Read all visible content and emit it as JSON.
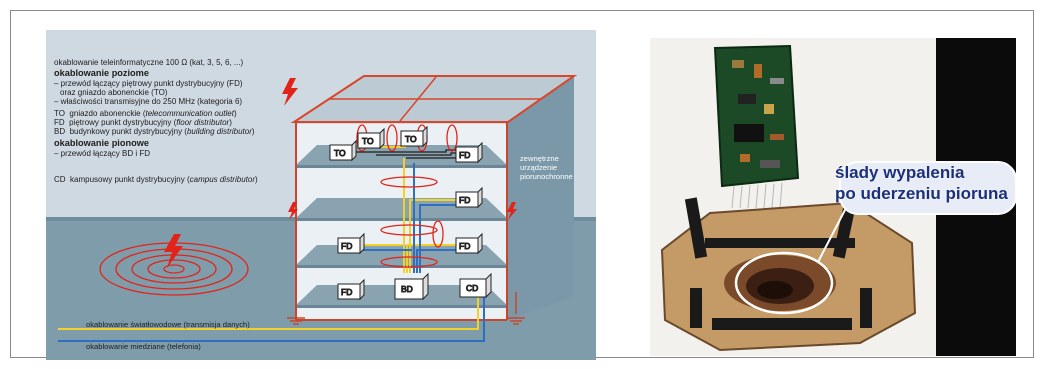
{
  "diagram": {
    "intro": "okablowanie teleinformatyczne 100 Ω (kat, 3, 5, 6, ...)",
    "horizontal": {
      "title": "okablowanie poziome",
      "lines": [
        "– przewód łączący piętrowy punkt dystrybucyjny (FD)",
        "oraz gniazdo abonenckie (TO)",
        "– właściwości transmisyjne do 250 MHz (kategoria 6)"
      ]
    },
    "definitions": [
      {
        "abbr": "TO",
        "text": "gniazdo abonenckie (",
        "en": "telecommunication outlet",
        "end": ")"
      },
      {
        "abbr": "FD",
        "text": "piętrowy punkt dystrybucyjny (",
        "en": "floor distributor",
        "end": ")"
      },
      {
        "abbr": "BD",
        "text": "budynkowy punkt dystrybucyjny (",
        "en": "building distributor",
        "end": ")"
      }
    ],
    "vertical": {
      "title": "okablowanie pionowe",
      "lines": [
        "– przewód łączący BD i FD"
      ]
    },
    "campus": {
      "abbr": "CD",
      "text": "kampusowy punkt dystrybucyjny (",
      "en": "campus distributor",
      "end": ")"
    },
    "protection_label": [
      "zewnętrzne",
      "urządzenie",
      "piorunochronne"
    ],
    "fiber_label": "okablowanie światłowodowe (transmisja danych)",
    "copper_label": "okablowanie miedziane (telefonia)",
    "boxes": {
      "to1": "TO",
      "to2": "TO",
      "to3": "TO",
      "fd1": "FD",
      "fd2": "FD",
      "fd3": "FD",
      "fd4": "FD",
      "fd5": "FD",
      "bd": "BD",
      "cd": "CD"
    },
    "colors": {
      "fiber": "#f2d22a",
      "copper": "#2f6fc2",
      "steel": "#c8462b",
      "lightning": "#e2231a"
    }
  },
  "photo": {
    "callout_line1": "ślady wypalenia",
    "callout_line2": "po uderzeniu pioruna"
  }
}
